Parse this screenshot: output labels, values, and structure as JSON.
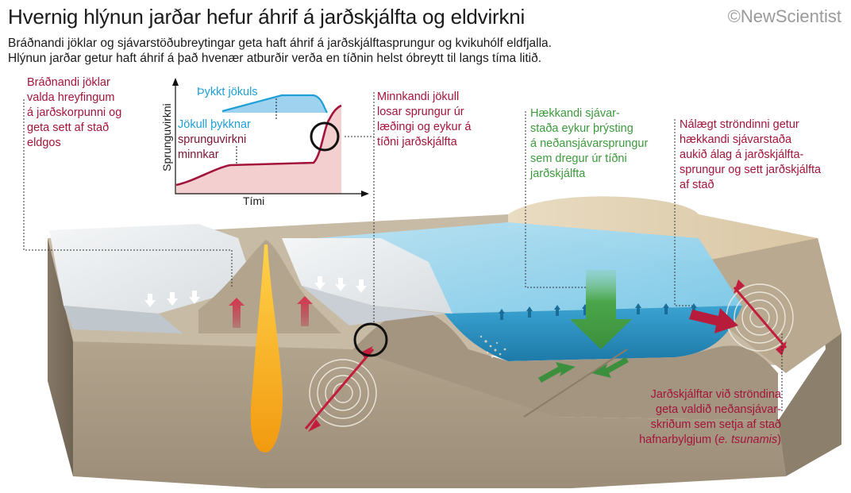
{
  "header": {
    "title": "Hvernig hlýnun jarðar hefur áhrif á jarðskjálfta og eldvirkni",
    "logo": "©NewScientist",
    "subtitle_line1": "Bráðnandi jöklar og sjávarstöðubreytingar geta haft áhrif á jarðskjálftasprungur og kvikuhólf eldfjalla.",
    "subtitle_line2": "Hlýnun jarðar getur haft áhrif á það hvenær atburðir verða en tíðnin helst óbreytt til langs tíma litið."
  },
  "annotations": {
    "glacier": [
      "Bráðnandi jöklar",
      "valda hreyfingum",
      "á jarðskorpunni og",
      "geta sett af stað",
      "eldgos"
    ],
    "shrinking": [
      "Minnkandi jökull",
      "losar sprungur úr",
      "læðingi og eykur á",
      "tíðni jarðskjálfta"
    ],
    "sealevel": [
      "Hækkandi sjávar-",
      "staða eykur þrýsting",
      "á neðansjávarsprungur",
      "sem dregur úr tíðni",
      "jarðskjálfta"
    ],
    "coast": [
      "Nálægt ströndinni getur",
      "hækkandi sjávarstaða",
      "aukið álag á jarðskjálfta-",
      "sprungur og sett jarðskjálfta",
      "af stað"
    ],
    "tsunami_line1": "Jarðskjálftar við ströndina",
    "tsunami_line2": "geta valdið neðansjávar-",
    "tsunami_line3": "skriðum sem setja af stað",
    "tsunami_line4_a": "hafnarbylgjum (",
    "tsunami_line4_b": "e. tsunamis",
    "tsunami_line4_c": ")"
  },
  "inset": {
    "ylabel": "Sprunguvirkni",
    "xlabel": "Tími",
    "thick_ice_label": "Þykkt jökuls",
    "thickening_label": [
      "Jökull þykknar",
      "sprunguvirkni",
      "minnkar"
    ]
  },
  "colors": {
    "red_text": "#a3143b",
    "green_text": "#3c9a3c",
    "blue_text": "#1f9fd6",
    "water": "#57bde6",
    "ground": "#a89a86",
    "magma": "#f6a615"
  }
}
